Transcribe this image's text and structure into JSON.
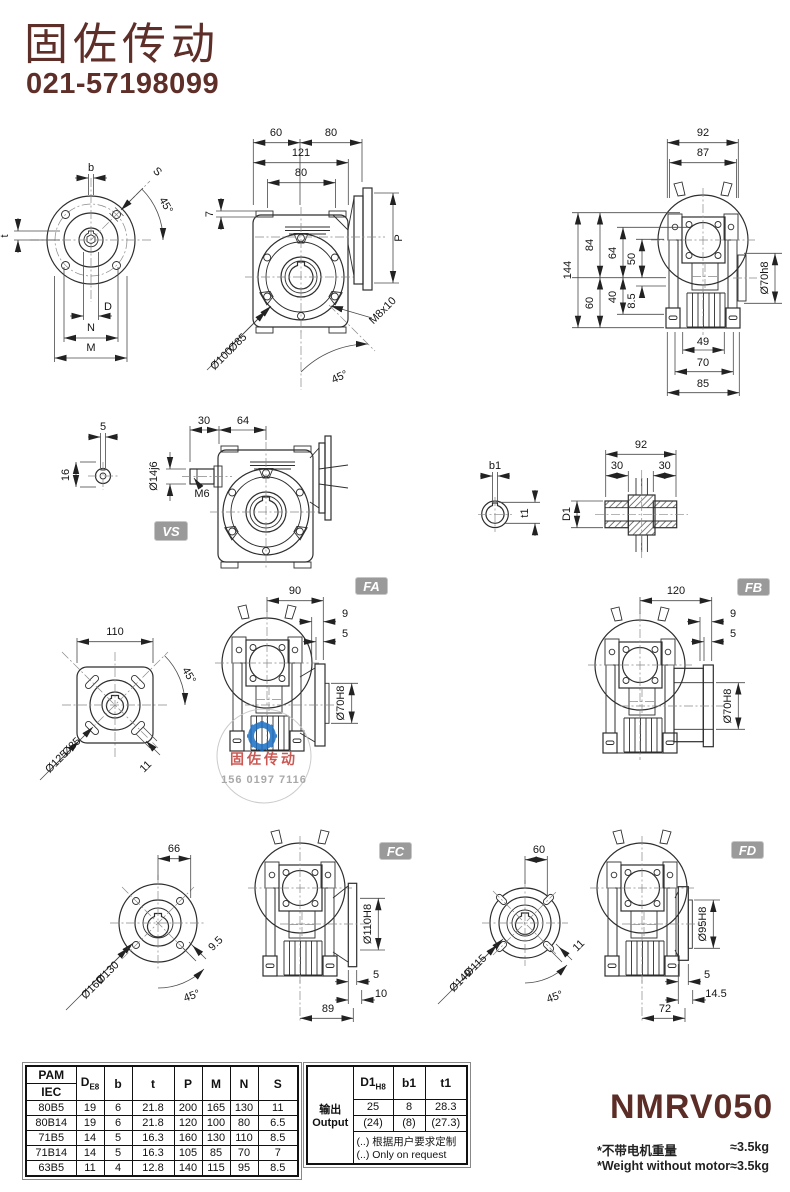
{
  "header": {
    "brand": "固佐传动",
    "phone": "021-57198099"
  },
  "watermark": {
    "brand": "固佐传动",
    "phone": "156 0197 7116"
  },
  "badges": {
    "vs": "VS",
    "fa": "FA",
    "fb": "FB",
    "fc": "FC",
    "fd": "FD"
  },
  "model": "NMRV050",
  "notes": {
    "cn": "*不带电机重量",
    "en": "*Weight without motor",
    "weight": "≈3.5kg"
  },
  "dims": {
    "b": "b",
    "t": "t",
    "s": "S",
    "deg45": "45°",
    "D": "D",
    "N": "N",
    "M": "M",
    "n60": "60",
    "n80": "80",
    "n121": "121",
    "n7": "7",
    "P": "P",
    "m8x10": "M8x10",
    "dia85": "Ø85",
    "dia100": "Ø100",
    "n92": "92",
    "n87": "87",
    "n144": "144",
    "n84": "84",
    "n64": "64",
    "n50": "50",
    "n40": "40",
    "n8_5": "8.5",
    "dia70h8": "Ø70h8",
    "n49": "49",
    "n70": "70",
    "n85": "85",
    "n5": "5",
    "n16": "16",
    "dia14j6": "Ø14j6",
    "m6": "M6",
    "n30": "30",
    "b1": "b1",
    "t1": "t1",
    "d1": "D1",
    "n110": "110",
    "dia125": "Ø125",
    "n11": "11",
    "n90": "90",
    "n9": "9",
    "dia70H8": "Ø70H8",
    "n120": "120",
    "n66": "66",
    "n9_5": "9.5",
    "dia130": "Ø130",
    "dia160": "Ø160",
    "dia110H8": "Ø110H8",
    "n10": "10",
    "n89": "89",
    "dia115": "Ø115",
    "dia140": "Ø140",
    "dia95H8": "Ø95H8",
    "n14_5": "14.5",
    "n72": "72"
  },
  "pam_table": {
    "col_pam": "PAM",
    "col_iec": "IEC",
    "col_d": "D",
    "col_d_sub": "E8",
    "col_b": "b",
    "col_t": "t",
    "col_p": "P",
    "col_m": "M",
    "col_n": "N",
    "col_s": "S",
    "rows": [
      [
        "80B5",
        "19",
        "6",
        "21.8",
        "200",
        "165",
        "130",
        "11"
      ],
      [
        "80B14",
        "19",
        "6",
        "21.8",
        "120",
        "100",
        "80",
        "6.5"
      ],
      [
        "71B5",
        "14",
        "5",
        "16.3",
        "160",
        "130",
        "110",
        "8.5"
      ],
      [
        "71B14",
        "14",
        "5",
        "16.3",
        "105",
        "85",
        "70",
        "7"
      ],
      [
        "63B5",
        "11",
        "4",
        "12.8",
        "140",
        "115",
        "95",
        "8.5"
      ]
    ]
  },
  "output_table": {
    "label_cn": "输出",
    "label_en": "Output",
    "col_d1": "D1",
    "col_d1_sub": "H8",
    "col_b1": "b1",
    "col_t1": "t1",
    "rows": [
      [
        "25",
        "8",
        "28.3"
      ],
      [
        "(24)",
        "(8)",
        "(27.3)"
      ]
    ],
    "note_cn": "(..) 根据用户要求定制",
    "note_en": "(..) Only on request"
  }
}
